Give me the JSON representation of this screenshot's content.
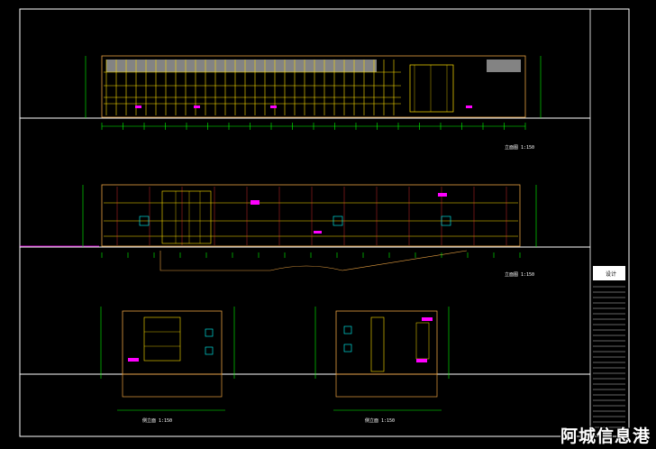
{
  "drawing": {
    "background": "#000000",
    "colors": {
      "line_white": "#ffffff",
      "line_yellow": "#ffe000",
      "line_green": "#00ff00",
      "line_magenta": "#ff00ff",
      "line_orange": "#e8a040",
      "line_cyan": "#00ffff",
      "glass_gray": "#9a9a9a",
      "line_red": "#ff3030"
    },
    "views": [
      {
        "id": "front-elevation",
        "label": "立面图  1:150"
      },
      {
        "id": "rear-elevation",
        "label": "立面图  1:150"
      },
      {
        "id": "side-elevation-left",
        "label": "侧立面  1:150"
      },
      {
        "id": "side-elevation-right",
        "label": "侧立面  1:150"
      }
    ],
    "title_block": {
      "logo_text": "设计"
    }
  },
  "watermark": {
    "text": "阿城信息港"
  }
}
